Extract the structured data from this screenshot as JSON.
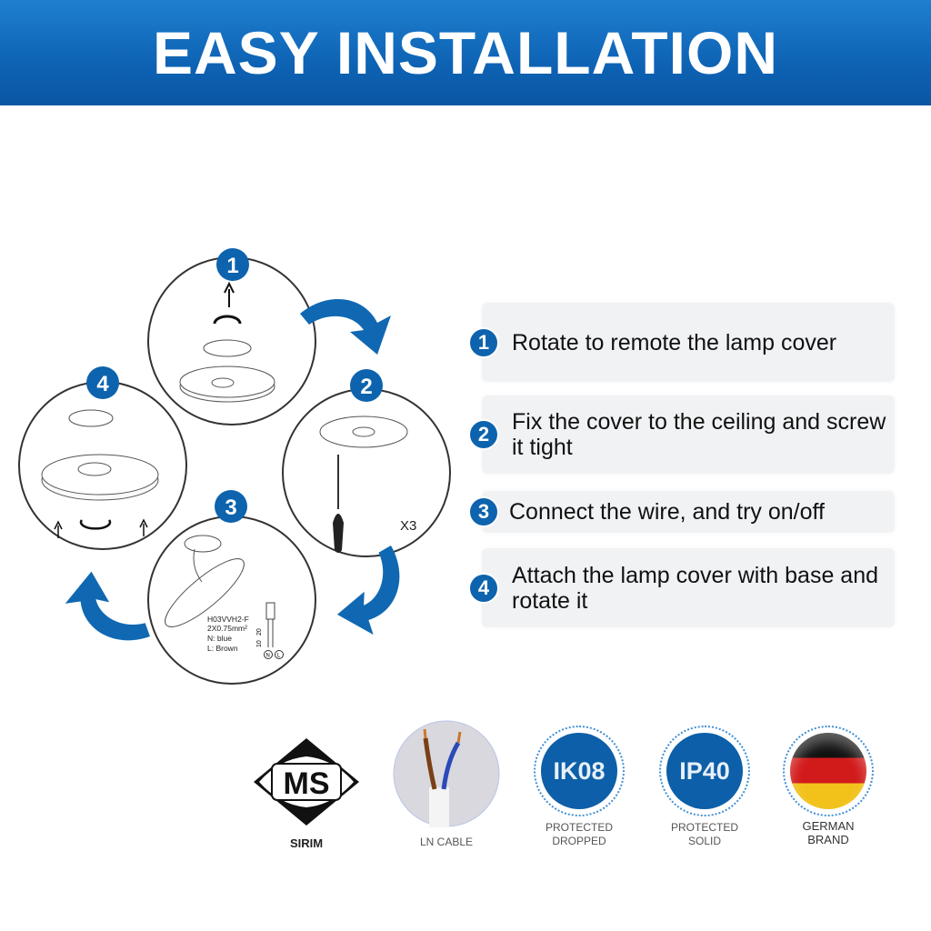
{
  "header": {
    "title": "EASY INSTALLATION"
  },
  "diagram": {
    "numbers": [
      "1",
      "2",
      "3",
      "4"
    ],
    "screw_count": "X3",
    "wire_spec": {
      "model": "H03VVH2-F",
      "size": "2X0.75mm²",
      "neutral": "N: blue",
      "live": "L: Brown",
      "dim1": "20",
      "dim2": "10",
      "n": "N",
      "l": "L"
    }
  },
  "steps": [
    {
      "num": "1",
      "text": "Rotate to remote the lamp cover"
    },
    {
      "num": "2",
      "text": "Fix the cover to the ceiling and screw it tight"
    },
    {
      "num": "3",
      "text": "Connect the wire, and try on/off"
    },
    {
      "num": "4",
      "text": "Attach the lamp cover with base and rotate it"
    }
  ],
  "badges": {
    "sirim": {
      "logo": "MS",
      "label": "SIRIM"
    },
    "cable": {
      "label": "LN CABLE"
    },
    "ik": {
      "value": "IK08",
      "label1": "PROTECTED",
      "label2": "DROPPED"
    },
    "ip": {
      "value": "IP40",
      "label1": "PROTECTED",
      "label2": "SOLID"
    },
    "german": {
      "label1": "GERMAN",
      "label2": "BRAND"
    }
  },
  "colors": {
    "brand_blue": "#0d63ad"
  }
}
